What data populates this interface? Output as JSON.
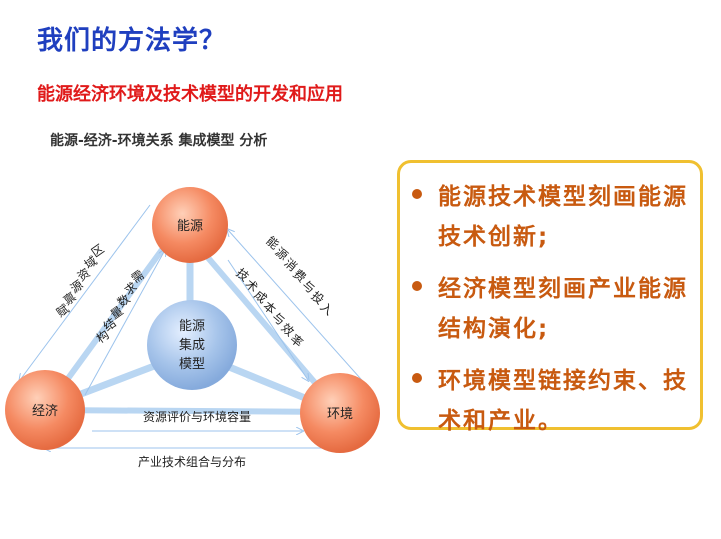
{
  "title": "我们的方法学？",
  "subtitle": "能源经济环境及技术模型的开发和应用",
  "analysis_heading": "能源-经济-环境关系 集成模型 分析",
  "diagram": {
    "nodes": {
      "energy": "能源",
      "economy": "经济",
      "environment": "环境",
      "center_line1": "能源",
      "center_line2": "集成",
      "center_line3": "模型"
    },
    "labels": {
      "left_outer": [
        "区",
        "域",
        "资",
        "源",
        "禀",
        "赋"
      ],
      "left_inner": [
        "需",
        "求",
        "数",
        "量",
        "结",
        "构"
      ],
      "right_outer": [
        "能",
        "源",
        "消",
        "费",
        "与",
        "投",
        "入"
      ],
      "right_inner": [
        "技",
        "术",
        "成",
        "本",
        "与",
        "效",
        "率"
      ],
      "bottom_inner": "资源评价与环境容量",
      "bottom_outer": "产业技术组合与分布"
    }
  },
  "bullets": [
    "能源技术模型刻画能源技术创新;",
    "经济模型刻画产业能源结构演化;",
    "环境模型链接约束、技术和产业。"
  ],
  "colors": {
    "title": "#1f3fbf",
    "subtitle": "#e01a1a",
    "bullet_text": "#c85a10",
    "box_border": "#f0c030",
    "node_orange": "#f08060",
    "node_blue": "#8fb4e0",
    "line_blue": "#9cc3ec"
  }
}
